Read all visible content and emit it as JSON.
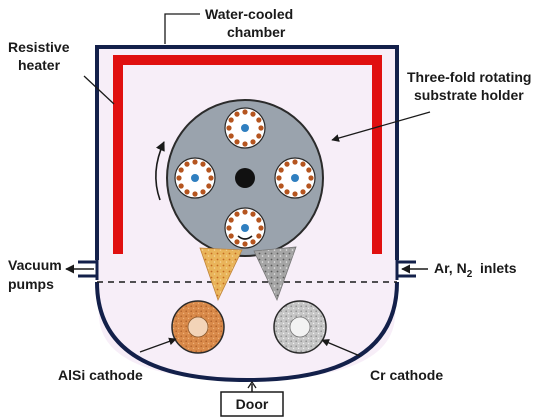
{
  "labels": {
    "water_cooled_line1": "Water-cooled",
    "water_cooled_line2": "chamber",
    "resistive_line1": "Resistive",
    "resistive_line2": "heater",
    "holder_line1": "Three-fold rotating",
    "holder_line2": "substrate holder",
    "vacuum_line1": "Vacuum",
    "vacuum_line2": "pumps",
    "inlets_prefix": "Ar, N",
    "inlets_sub": "2",
    "inlets_suffix": "  inlets",
    "alsi_cathode": "AlSi cathode",
    "cr_cathode": "Cr cathode",
    "door": "Door"
  },
  "colors": {
    "chamber_wall": "#13204a",
    "chamber_fill": "#f7eef8",
    "heater": "#e01010",
    "holder_fill": "#9aa3ad",
    "holder_stroke": "#2b2b2b",
    "substrate_bead": "#b5551f",
    "substrate_center": "#2f7fc0",
    "alsi_plasma": "#e8b24a",
    "cr_plasma": "#8f8f8f",
    "alsi_cathode": "#d98a4a",
    "cr_cathode": "#c8c8c8"
  }
}
